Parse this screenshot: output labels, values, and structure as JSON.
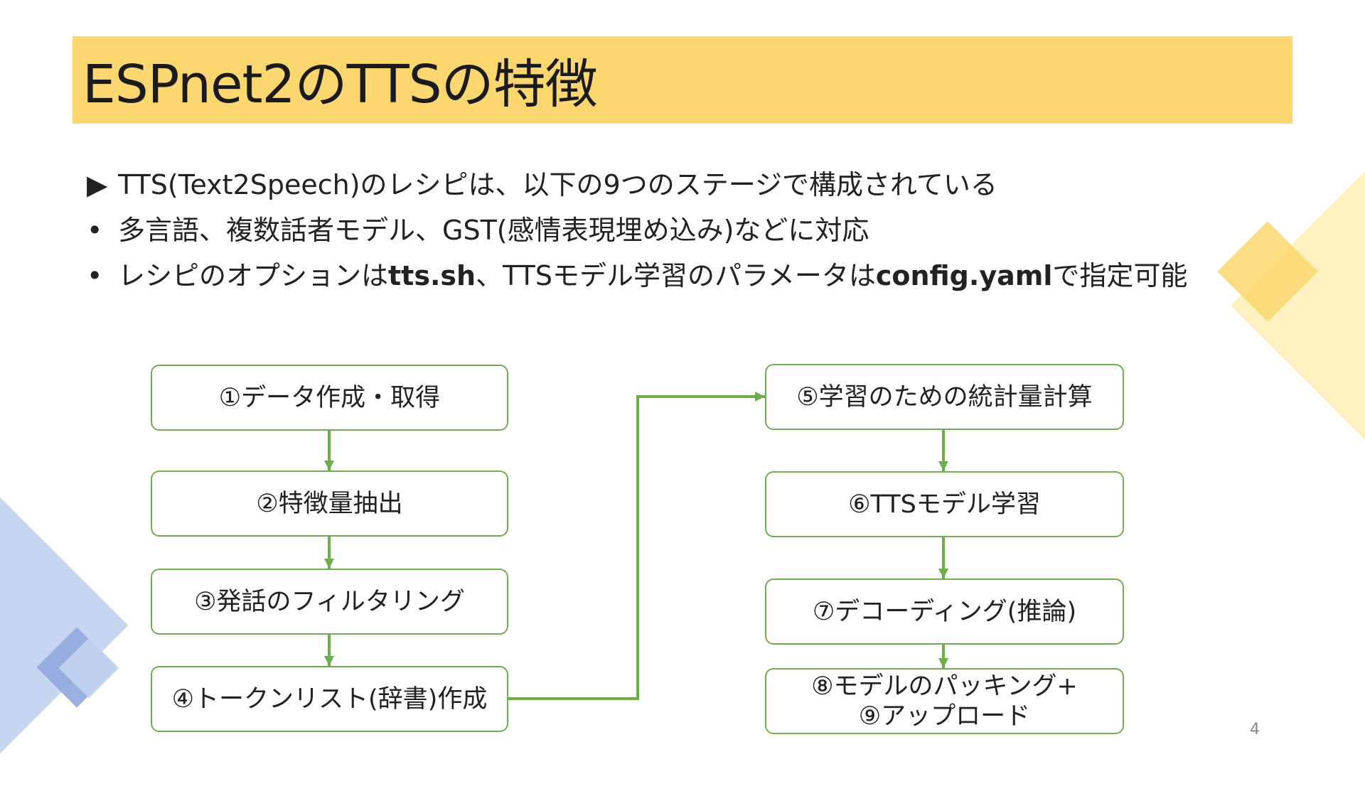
{
  "slide": {
    "title": "ESPnet2のTTSの特徴",
    "page_number": "4",
    "colors": {
      "title_band": "#fcd76f",
      "flow_line": "#6fae4c",
      "deco_yellow": "#fce9a6",
      "deco_blue": "#bccdee"
    }
  },
  "bullets": [
    {
      "marker": "▶",
      "parts": [
        {
          "text": "TTS(Text2Speech)のレシピは、以下の9つのステージで構成されている",
          "bold": false
        }
      ]
    },
    {
      "marker": "•",
      "parts": [
        {
          "text": "多言語、複数話者モデル、GST(感情表現埋め込み)などに対応",
          "bold": false
        }
      ]
    },
    {
      "marker": "•",
      "parts": [
        {
          "text": "レシピのオプションは",
          "bold": false
        },
        {
          "text": "tts.sh",
          "bold": true
        },
        {
          "text": "、TTSモデル学習のパラメータは",
          "bold": false
        },
        {
          "text": "config.yaml",
          "bold": true
        },
        {
          "text": "で指定可能",
          "bold": false
        }
      ]
    }
  ],
  "flow_steps": [
    {
      "lines": [
        "①データ作成・取得"
      ]
    },
    {
      "lines": [
        "②特徴量抽出"
      ]
    },
    {
      "lines": [
        "③発話のフィルタリング"
      ]
    },
    {
      "lines": [
        "④トークンリスト(辞書)作成"
      ]
    },
    {
      "lines": [
        "⑤学習のための統計量計算"
      ]
    },
    {
      "lines": [
        "⑥TTSモデル学習"
      ]
    },
    {
      "lines": [
        "⑦デコーディング(推論)"
      ]
    },
    {
      "lines": [
        "⑧モデルのパッキング+",
        "⑨アップロード"
      ]
    }
  ]
}
